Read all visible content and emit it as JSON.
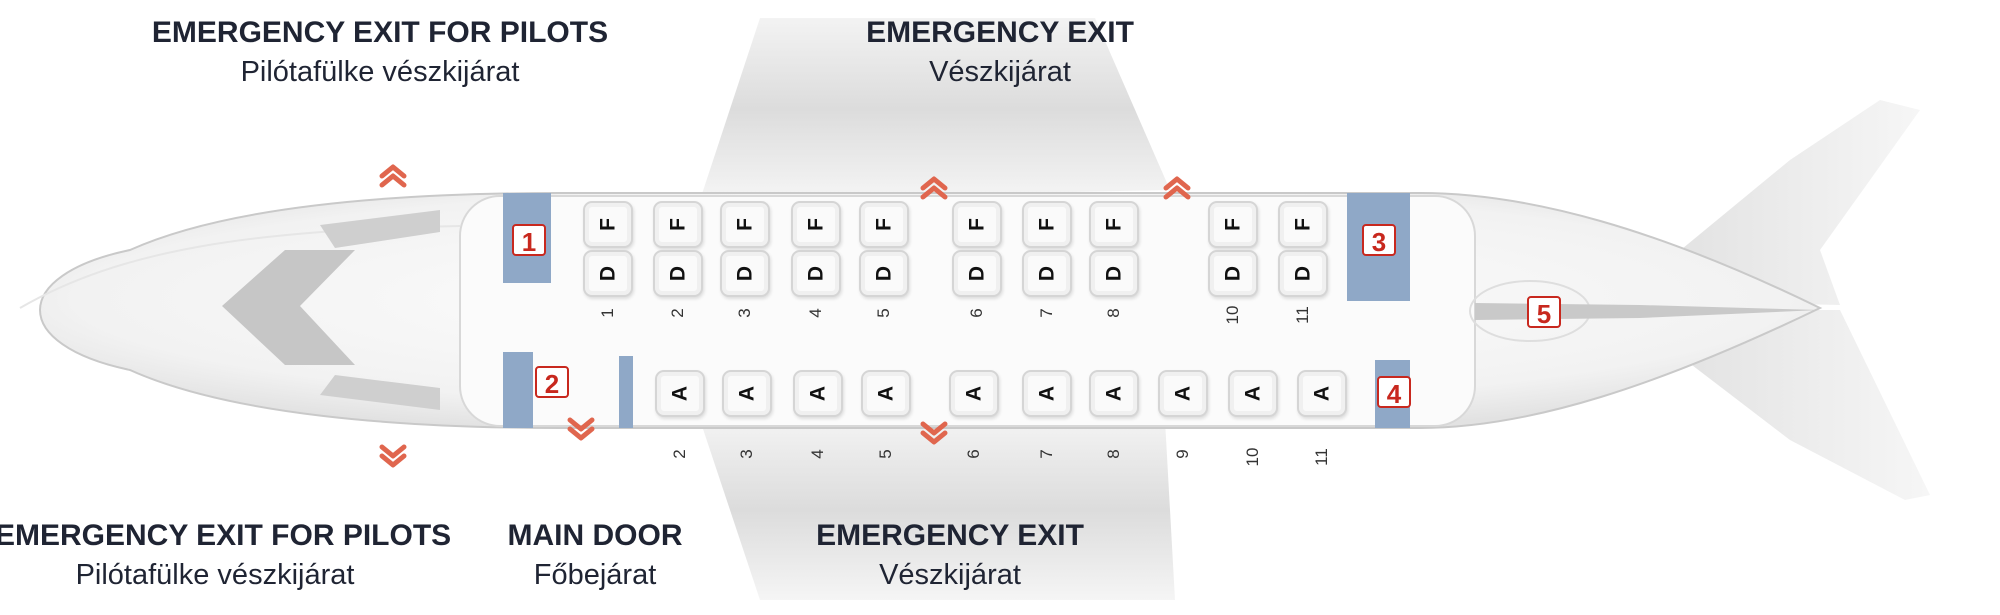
{
  "labels": {
    "pilot_exit_top": {
      "title": "EMERGENCY EXIT FOR PILOTS",
      "subtitle": "Pilótafülke vészkijárat"
    },
    "emergency_exit_top": {
      "title": "EMERGENCY EXIT",
      "subtitle": "Vészkijárat"
    },
    "pilot_exit_bottom": {
      "title": "EMERGENCY EXIT FOR PILOTS",
      "subtitle": "Pilótafülke vészkijárat"
    },
    "main_door": {
      "title": "MAIN DOOR",
      "subtitle": "Főbejárat"
    },
    "emergency_exit_bottom": {
      "title": "EMERGENCY EXIT",
      "subtitle": "Vészkijárat"
    }
  },
  "markers": [
    "1",
    "2",
    "3",
    "4",
    "5"
  ],
  "upper_rows": [
    "1",
    "2",
    "3",
    "4",
    "5",
    "6",
    "7",
    "8",
    "10",
    "11"
  ],
  "upper_row_letters": [
    "F",
    "D"
  ],
  "lower_rows": [
    "2",
    "3",
    "4",
    "5",
    "6",
    "7",
    "8",
    "9",
    "10",
    "11"
  ],
  "lower_row_letter": "A",
  "colors": {
    "lavatory": "#8fa8c7",
    "marker": "#c8281e",
    "exit_arrow": "#e0664e"
  }
}
